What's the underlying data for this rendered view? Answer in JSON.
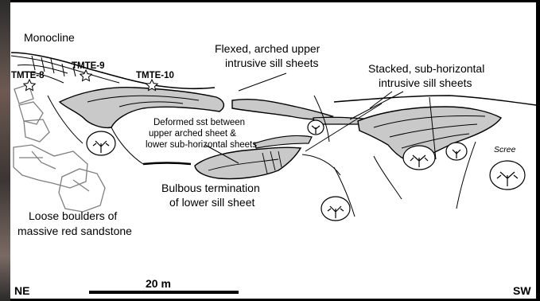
{
  "labels": {
    "monocline": "Monocline",
    "tmte8": "TMTE-8",
    "tmte9": "TMTE-9",
    "tmte10": "TMTE-10",
    "upper_sheets_l1": "Flexed, arched upper",
    "upper_sheets_l2": "intrusive sill sheets",
    "stacked_l1": "Stacked, sub-horizontal",
    "stacked_l2": "intrusive sill sheets",
    "deformed_l1": "Deformed sst between",
    "deformed_l2": "upper arched sheet &",
    "deformed_l3": "lower sub-horizontal sheets",
    "bulbous_l1": "Bulbous termination",
    "bulbous_l2": "of lower sill sheet",
    "boulders_l1": "Loose boulders of",
    "boulders_l2": "massive red sandstone",
    "scree": "Scree",
    "ne": "NE",
    "sw": "SW",
    "scale": "20 m"
  },
  "colors": {
    "sill_fill": "#c9c9c9",
    "line": "#000000",
    "boulder_line": "#7f7f7f"
  }
}
